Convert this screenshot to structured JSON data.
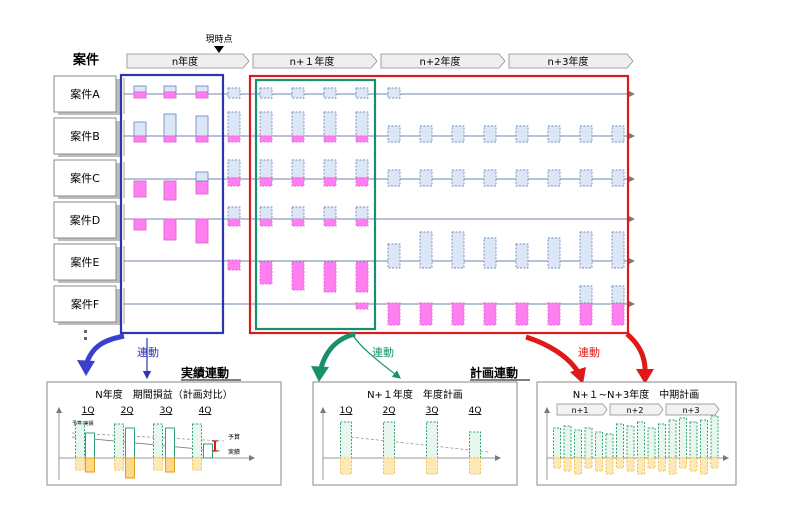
{
  "header": {
    "cases_label": "案件",
    "now_marker": "現時点",
    "years": [
      "n年度",
      "n+１年度",
      "n+2年度",
      "n+3年度"
    ]
  },
  "cases": [
    "案件A",
    "案件B",
    "案件C",
    "案件D",
    "案件E",
    "案件F"
  ],
  "links": {
    "blue": "連動",
    "green": "連動",
    "red": "連動"
  },
  "sections": {
    "actual": "実績連動",
    "plan": "計画連動"
  },
  "panels": {
    "actual": {
      "title": "N年度　期間損益（計画対比）",
      "quarters": [
        "1Q",
        "2Q",
        "3Q",
        "4Q"
      ],
      "legend_small": "予算/実績",
      "budget_label": "予算",
      "actual_label": "実績"
    },
    "annual": {
      "title": "N+１年度　年度計画",
      "quarters": [
        "1Q",
        "2Q",
        "3Q",
        "4Q"
      ]
    },
    "midterm": {
      "title": "N+１~N+3年度　中期計画",
      "years": [
        "n+1",
        "n+2",
        "n+3"
      ]
    }
  },
  "colors": {
    "blue_frame": "#2e35b0",
    "green_frame": "#1a8f6e",
    "red_frame": "#e01818",
    "plan_fill": "#dce6f5",
    "plan_stroke": "#6b8dc9",
    "cost_fill": "#ff7ff0",
    "mid_green": "#2ea37a",
    "mid_orange": "#f7c04a"
  }
}
